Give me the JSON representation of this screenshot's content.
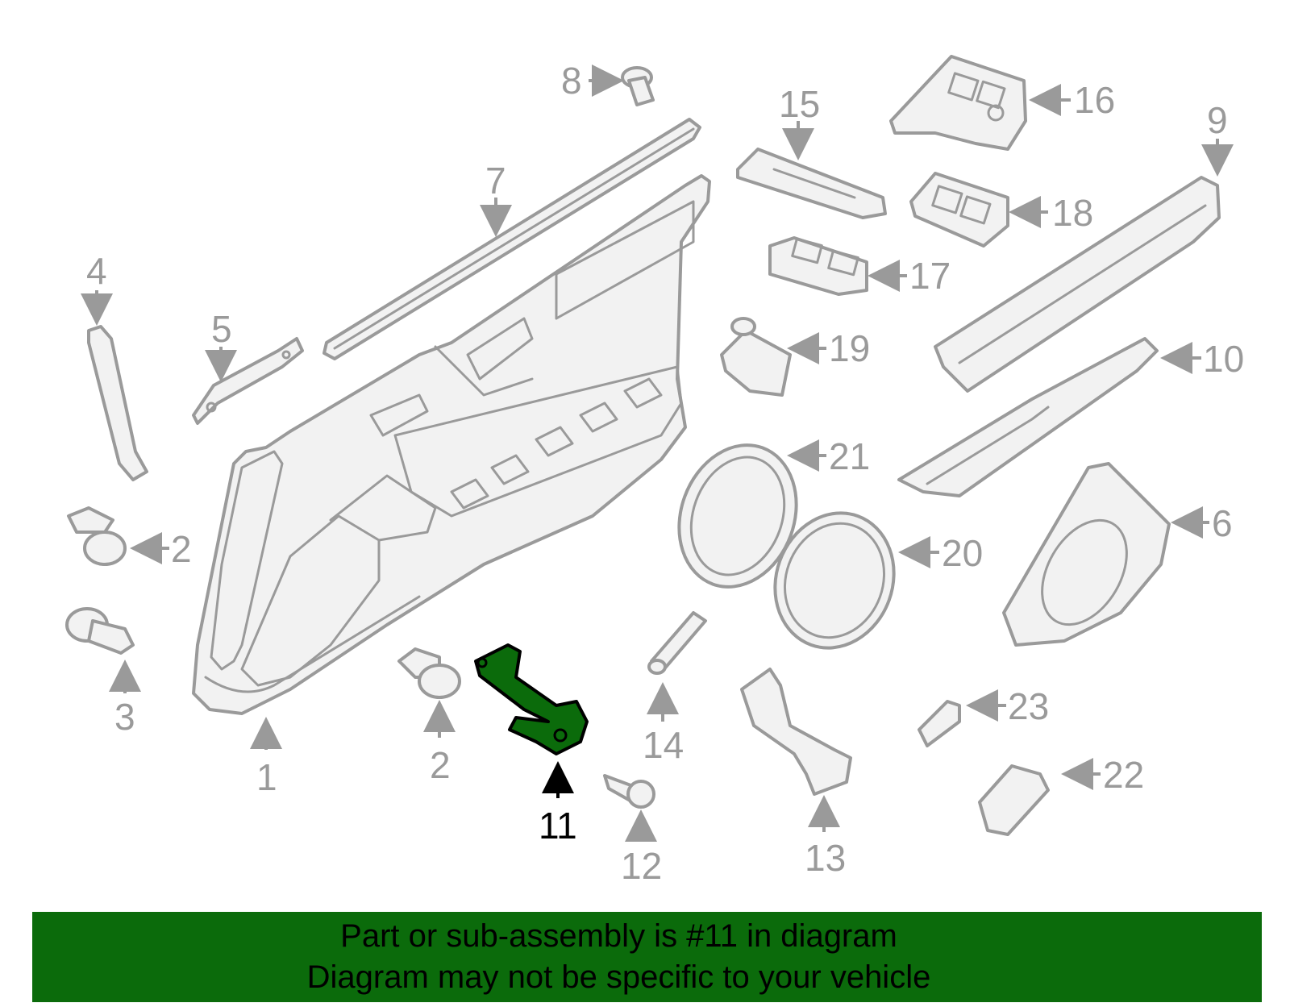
{
  "callouts": [
    {
      "id": "1",
      "text": "1"
    },
    {
      "id": "2a",
      "text": "2"
    },
    {
      "id": "2b",
      "text": "2"
    },
    {
      "id": "3",
      "text": "3"
    },
    {
      "id": "4",
      "text": "4"
    },
    {
      "id": "5",
      "text": "5"
    },
    {
      "id": "6",
      "text": "6"
    },
    {
      "id": "7",
      "text": "7"
    },
    {
      "id": "8",
      "text": "8"
    },
    {
      "id": "9",
      "text": "9"
    },
    {
      "id": "10",
      "text": "10"
    },
    {
      "id": "11",
      "text": "11"
    },
    {
      "id": "12",
      "text": "12"
    },
    {
      "id": "13",
      "text": "13"
    },
    {
      "id": "14",
      "text": "14"
    },
    {
      "id": "15",
      "text": "15"
    },
    {
      "id": "16",
      "text": "16"
    },
    {
      "id": "17",
      "text": "17"
    },
    {
      "id": "18",
      "text": "18"
    },
    {
      "id": "19",
      "text": "19"
    },
    {
      "id": "20",
      "text": "20"
    },
    {
      "id": "21",
      "text": "21"
    },
    {
      "id": "22",
      "text": "22"
    },
    {
      "id": "23",
      "text": "23"
    }
  ],
  "highlighted_part": "11",
  "banner": {
    "line1": "Part or sub-assembly is #11 in diagram",
    "line2": "Diagram may not be specific to your vehicle"
  },
  "colors": {
    "highlight": "#0b6b0b",
    "outline": "#9a9a9a",
    "banner": "#0b6b0b"
  }
}
